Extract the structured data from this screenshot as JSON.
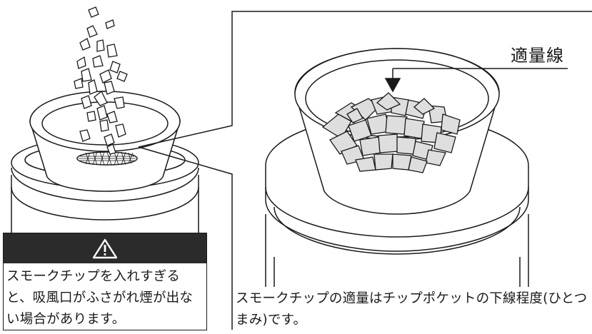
{
  "callout": {
    "label": "適量線"
  },
  "warning": {
    "icon": "warning-triangle-icon",
    "text": "スモークチップを入れすぎると、吸風口がふさがれ煙が出ない場合があります。"
  },
  "caption": {
    "text": "スモークチップの適量はチップポケットの下線程度(ひとつまみ)です。"
  },
  "colors": {
    "line": "#1a1a1a",
    "chip_fill": "#dedede",
    "warning_header": "#2b2b2b"
  }
}
